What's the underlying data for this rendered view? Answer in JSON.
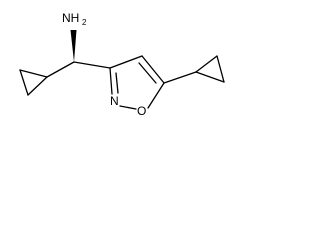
{
  "molecule": {
    "labels": {
      "amine_N": "NH",
      "amine_subscript": "2",
      "ring_N": "N",
      "ring_O": "O"
    },
    "colors": {
      "bond": "#000000",
      "label": "#000000",
      "background": "#ffffff"
    }
  }
}
